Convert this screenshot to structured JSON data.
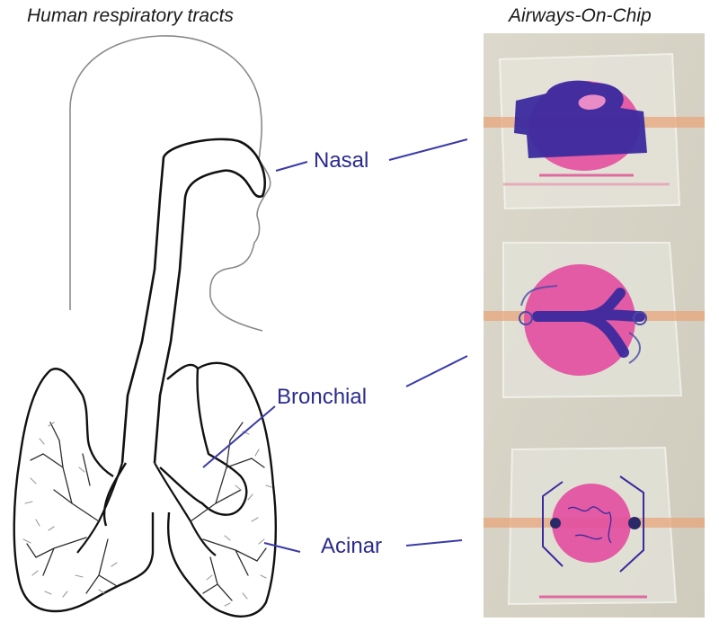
{
  "titles": {
    "left": "Human respiratory tracts",
    "right": "Airways-On-Chip"
  },
  "labels": {
    "nasal": "Nasal",
    "bronchial": "Bronchial",
    "acinar": "Acinar"
  },
  "colors": {
    "label_text": "#2b2b8f",
    "callout_line": "#3a3aa8",
    "outline_head": "#8a8a8a",
    "outline_airway": "#111111",
    "chip_background": "#d7d4c6",
    "dye_blue": "#3b2a9e",
    "membrane_pink": "#e34fa0",
    "channel_orange": "#e8a67c"
  }
}
